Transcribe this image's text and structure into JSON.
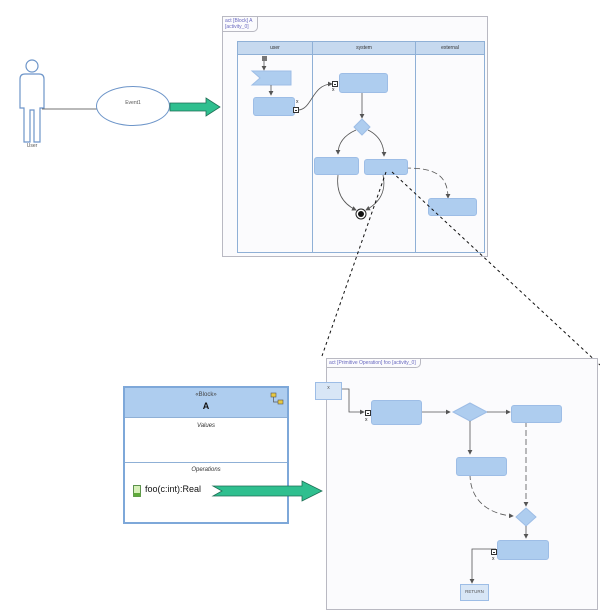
{
  "actor": {
    "name": "User"
  },
  "use_case": {
    "name": "Event1"
  },
  "activity_frame": {
    "tag_line1": "act [Block] A",
    "tag_line2": "[activity_0]",
    "lanes": [
      "user",
      "system",
      "external"
    ],
    "pin_label": "x"
  },
  "operation_frame": {
    "tag": "act [Primitive Operation] foo [activity_0]",
    "param_label": "x",
    "return_label": "RETURN",
    "pin_label": "x"
  },
  "block": {
    "stereotype": "«Block»",
    "name": "A",
    "values_title": "Values",
    "operations_title": "Operations",
    "operation": "foo(c:int):Real"
  },
  "colors": {
    "action_fill": "#aecdef",
    "lane_header": "#c6d9ef",
    "arrow_green": "#2fbf8f",
    "actor_blue": "#6d95c9"
  }
}
